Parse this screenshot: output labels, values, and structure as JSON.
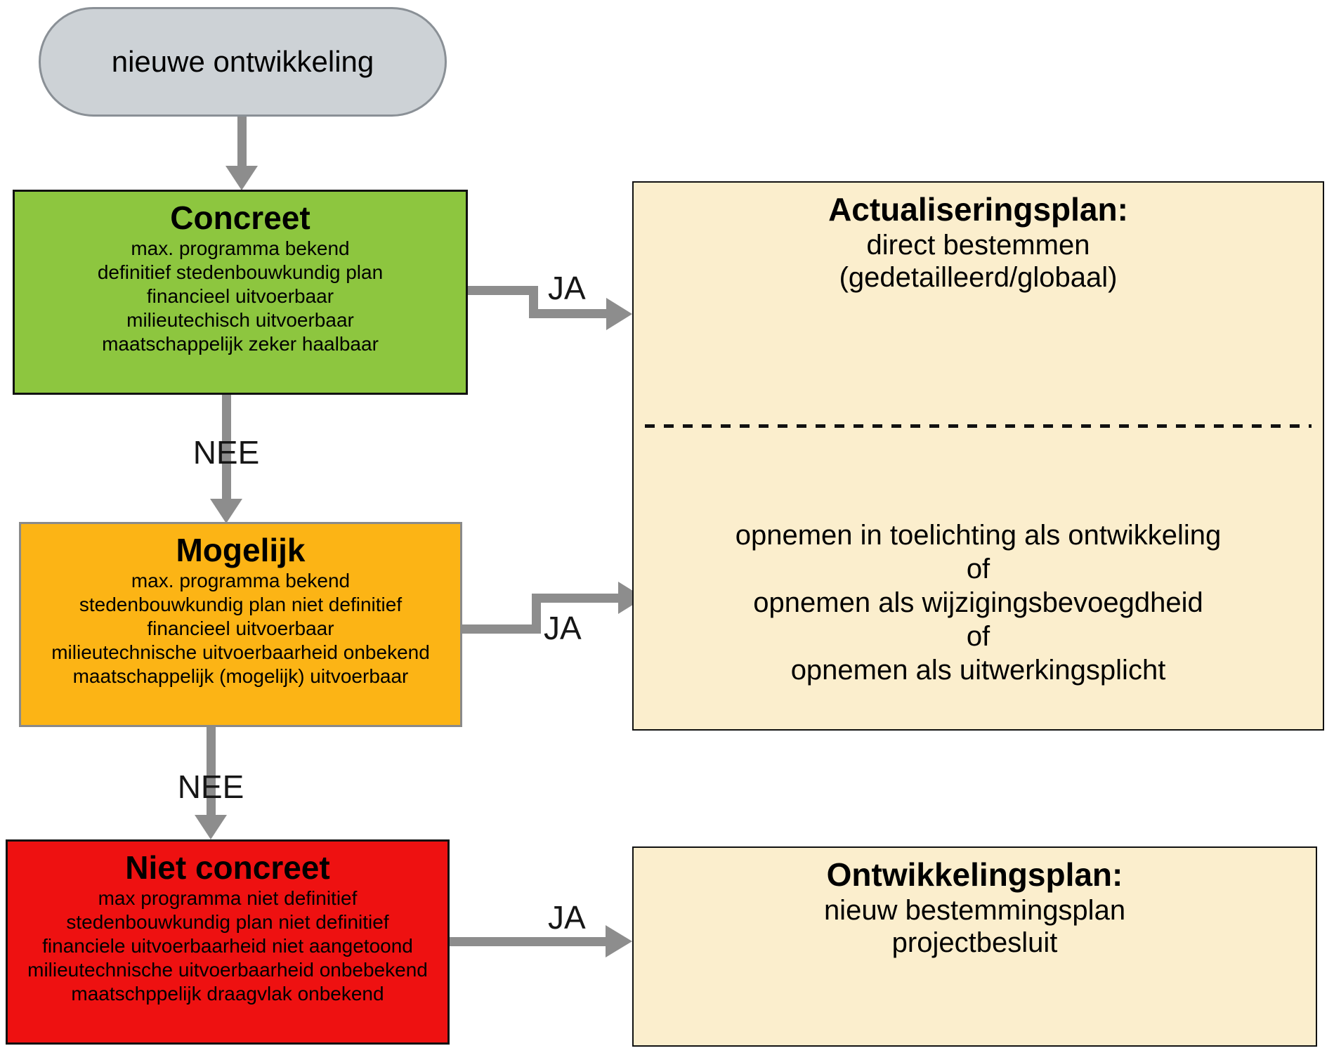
{
  "start": {
    "label": "nieuwe ontwikkeling"
  },
  "nodes": [
    {
      "id": "concreet",
      "title": "Concreet",
      "lines": [
        "max. programma bekend",
        "definitief stedenbouwkundig plan",
        "financieel uitvoerbaar",
        "milieutechisch uitvoerbaar",
        "maatschappelijk zeker haalbaar"
      ]
    },
    {
      "id": "mogelijk",
      "title": "Mogelijk",
      "lines": [
        "max. programma bekend",
        "stedenbouwkundig plan niet definitief",
        "financieel uitvoerbaar",
        "milieutechnische uitvoerbaarheid onbekend",
        "maatschappelijk (mogelijk) uitvoerbaar"
      ]
    },
    {
      "id": "niet-concreet",
      "title": "Niet concreet",
      "lines": [
        "max programma niet definitief",
        "stedenbouwkundig plan niet definitief",
        "financiele uitvoerbaarheid niet aangetoond",
        "milieutechnische uitvoerbaarheid onbebekend",
        "maatschppelijk draagvlak onbekend"
      ]
    }
  ],
  "outcomes": [
    {
      "id": "actualiseringsplan",
      "title": "Actualiseringsplan:",
      "subtitle_lines": [
        "direct bestemmen",
        "(gedetailleerd/globaal)"
      ],
      "option_lines": [
        "opnemen in toelichting als ontwikkeling",
        "of",
        "opnemen als wijzigingsbevoegdheid",
        "of",
        "opnemen als uitwerkingsplicht"
      ]
    },
    {
      "id": "ontwikkelingsplan",
      "title": "Ontwikkelingsplan:",
      "lines": [
        "nieuw bestemmingsplan",
        "projectbesluit"
      ]
    }
  ],
  "labels": {
    "ja1": "JA",
    "ja2": "JA",
    "ja3": "JA",
    "nee1": "NEE",
    "nee2": "NEE"
  },
  "colors": {
    "start-fill": "#cdd2d6",
    "start-border": "#8a9096",
    "concreet-fill": "#8dc63f",
    "mogelijk-fill": "#fcb415",
    "mogelijk-border": "#8a8a8a",
    "niet-concreet-fill": "#ee1111",
    "outcome-fill": "#fbeecd",
    "arrow": "#8d8d8d",
    "border-dark": "#111111",
    "text": "#000000"
  }
}
